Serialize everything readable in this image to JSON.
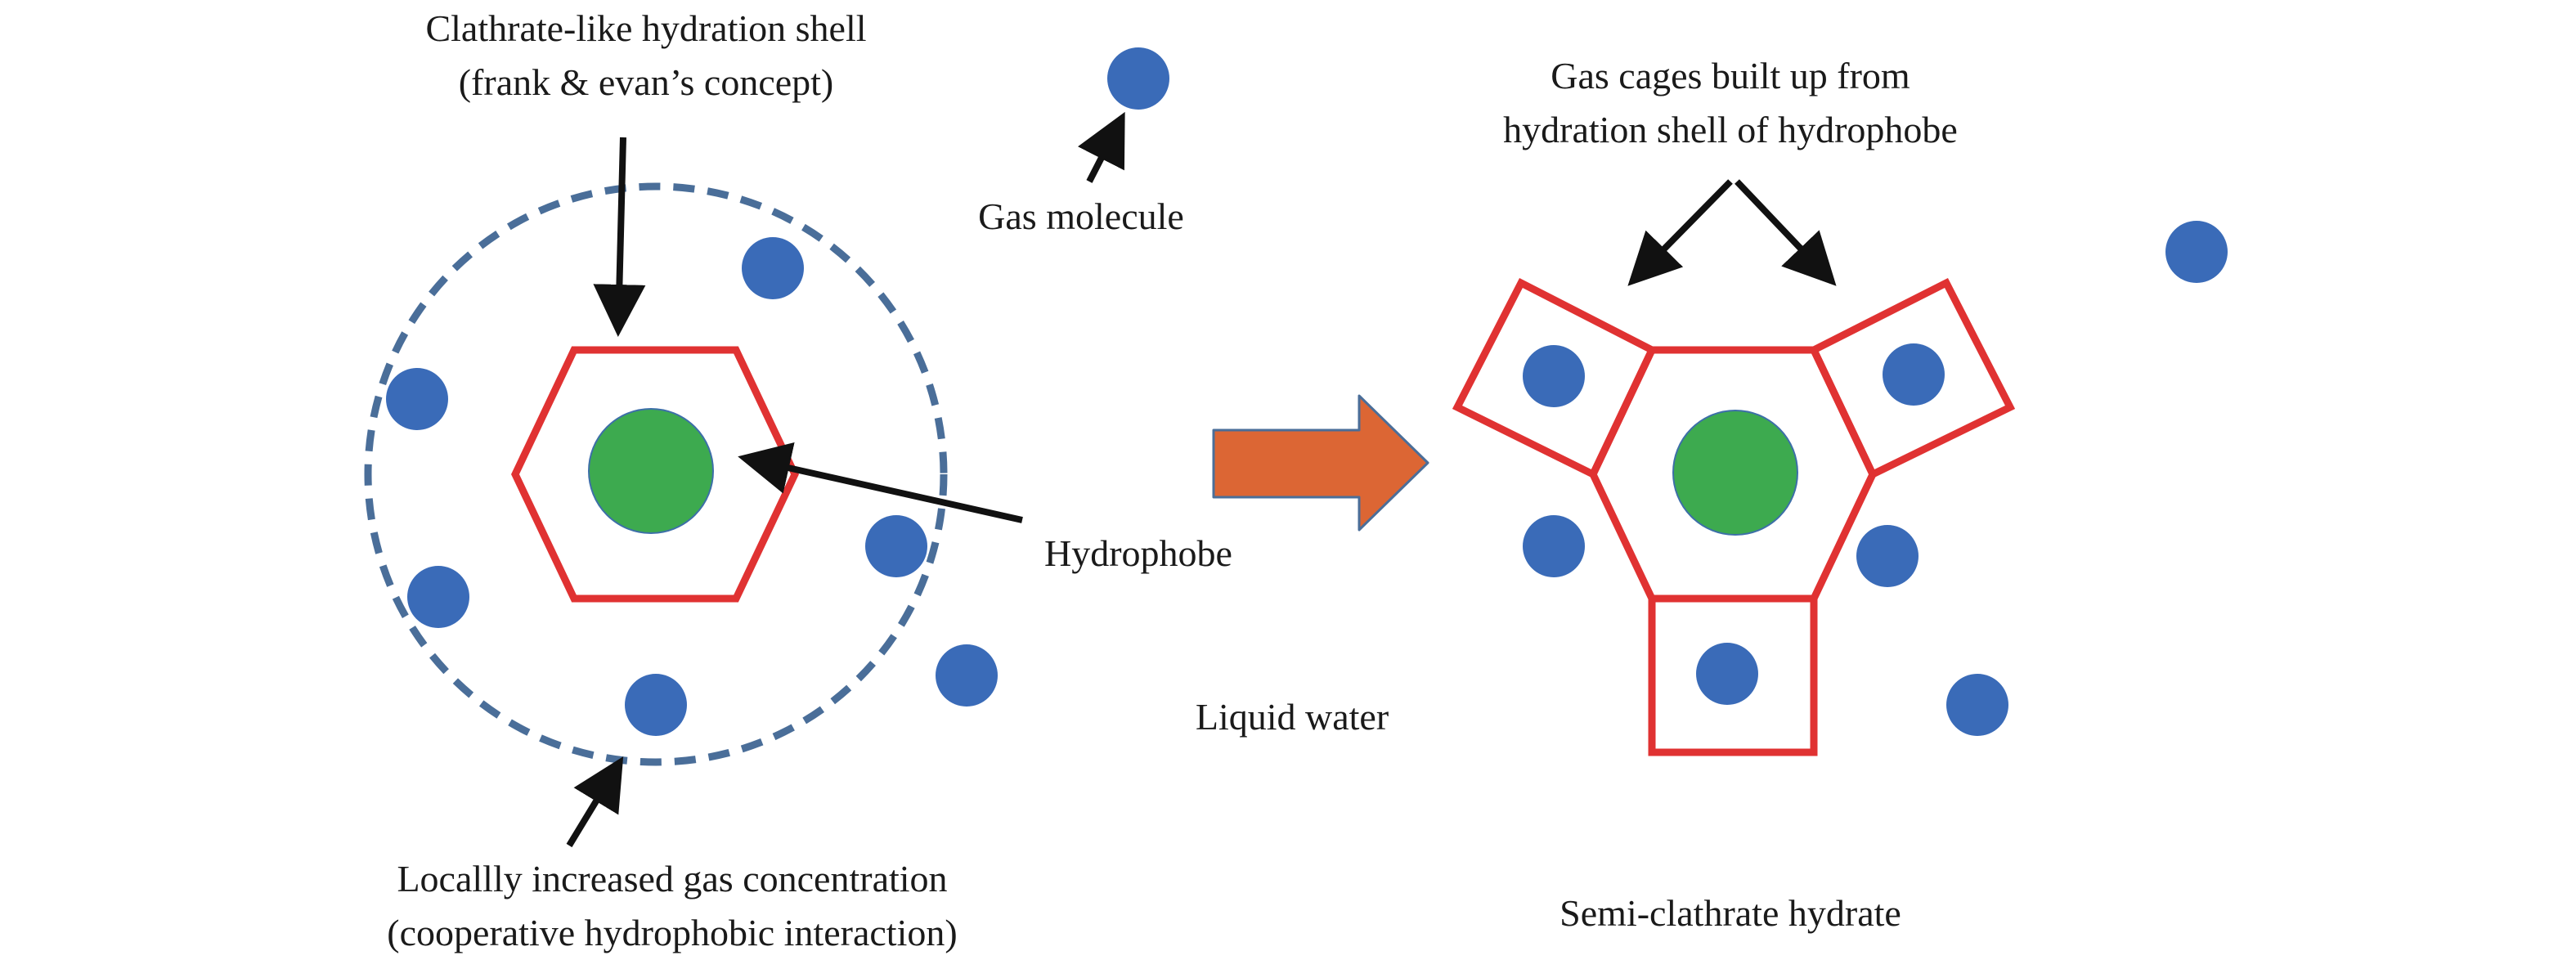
{
  "colors": {
    "gas": "#3a6bb8",
    "hydrophobe": "#3daa4f",
    "cage": "#e03232",
    "dashed_shell": "#4a6e99",
    "process_arrow": "#dc6634",
    "pointer": "#111111"
  },
  "labels": {
    "clathrate_line1": "Clathrate-like hydration shell",
    "clathrate_line2": "(frank & evan’s concept)",
    "gas_molecule": "Gas molecule",
    "hydrophobe": "Hydrophobe",
    "liquid_water": "Liquid water",
    "local_line1": "Locallly increased gas concentration",
    "local_line2": "(cooperative hydrophobic interaction)",
    "cages_line1": "Gas cages built up from",
    "cages_line2": "hydration shell of hydrophobe",
    "semi": "Semi-clathrate hydrate"
  }
}
